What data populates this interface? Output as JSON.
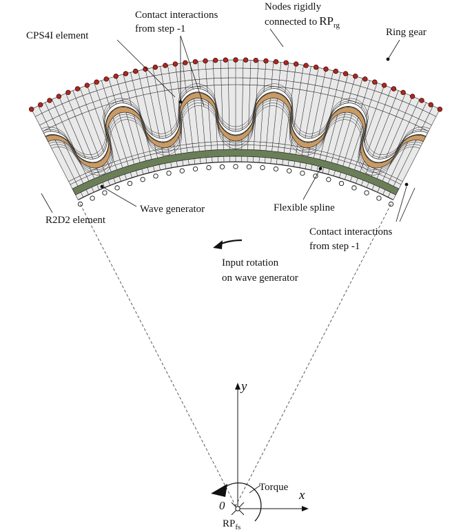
{
  "colors": {
    "ring_gear_fill": "#e9e9e9",
    "mesh_line": "#1e1e1e",
    "node_red": "#b3261e",
    "spline_green": "#6a7f58",
    "tooth_band_orange": "#c99a63",
    "white_node": "#ffffff"
  },
  "labels": {
    "contact_top_1": "Contact interactions",
    "contact_top_2": "from step -1",
    "nodes_1": "Nodes rigidly",
    "nodes_2": "connected to",
    "nodes_rp": "RP",
    "nodes_rp_sub": "rg",
    "cps4i": "CPS4I element",
    "ring_gear": "Ring gear",
    "r2d2": "R2D2 element",
    "wave_generator": "Wave generator",
    "flexible_spline": "Flexible spline",
    "contact_bot_1": "Contact interactions",
    "contact_bot_2": "from step -1",
    "input_rot_1": "Input rotation",
    "input_rot_2": "on wave generator",
    "axis_x": "x",
    "axis_y": "y",
    "origin": "0",
    "torque": "Torque",
    "rp_fs": "RP",
    "rp_fs_sub": "fs"
  }
}
